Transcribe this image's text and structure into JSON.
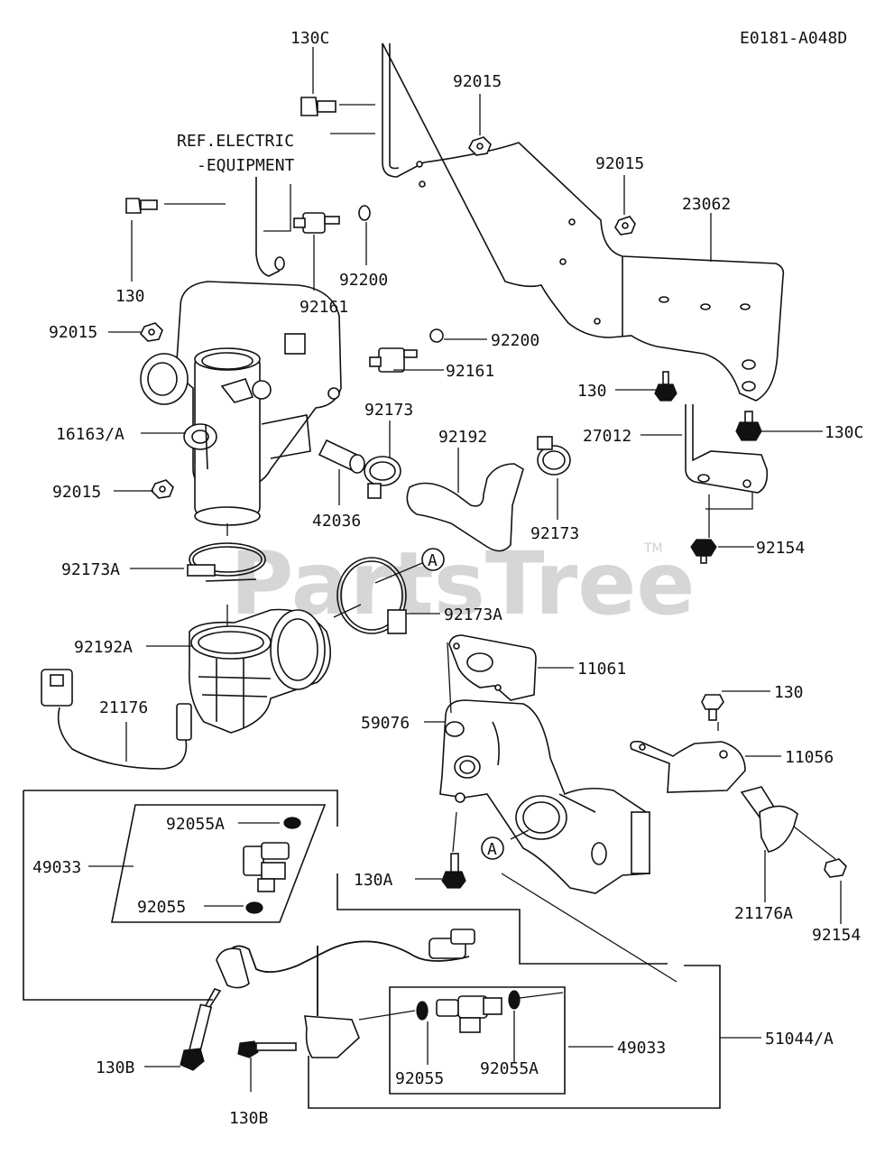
{
  "diagram_code": "E0181-A048D",
  "watermark": "PartsTree",
  "watermark_tm": "TM",
  "ref_text": [
    "REF.ELECTRIC",
    "-EQUIPMENT"
  ],
  "callout_letter": "A",
  "labels": {
    "p130C_top": "130C",
    "p92015_a": "92015",
    "p92015_b": "92015",
    "p23062": "23062",
    "p130_left": "130",
    "p92200_a": "92200",
    "p92161_a": "92161",
    "p92015_c": "92015",
    "p92200_b": "92200",
    "p92161_b": "92161",
    "p130_mid": "130",
    "p130C_right": "130C",
    "p16163A": "16163/A",
    "p92173_a": "92173",
    "p92192": "92192",
    "p27012": "27012",
    "p92015_d": "92015",
    "p42036": "42036",
    "p92173_b": "92173",
    "p92154_a": "92154",
    "p92173A_a": "92173A",
    "p92173A_b": "92173A",
    "p92192A": "92192A",
    "p11061": "11061",
    "p21176": "21176",
    "p59076": "59076",
    "p130_r": "130",
    "p11056": "11056",
    "p92055A_a": "92055A",
    "p49033_a": "49033",
    "p130A": "130A",
    "p92055_a": "92055",
    "p21176A": "21176A",
    "p92154_b": "92154",
    "p130B_a": "130B",
    "p49033_b": "49033",
    "p51044A": "51044/A",
    "p92055_b": "92055",
    "p92055A_b": "92055A",
    "p130B_b": "130B"
  }
}
